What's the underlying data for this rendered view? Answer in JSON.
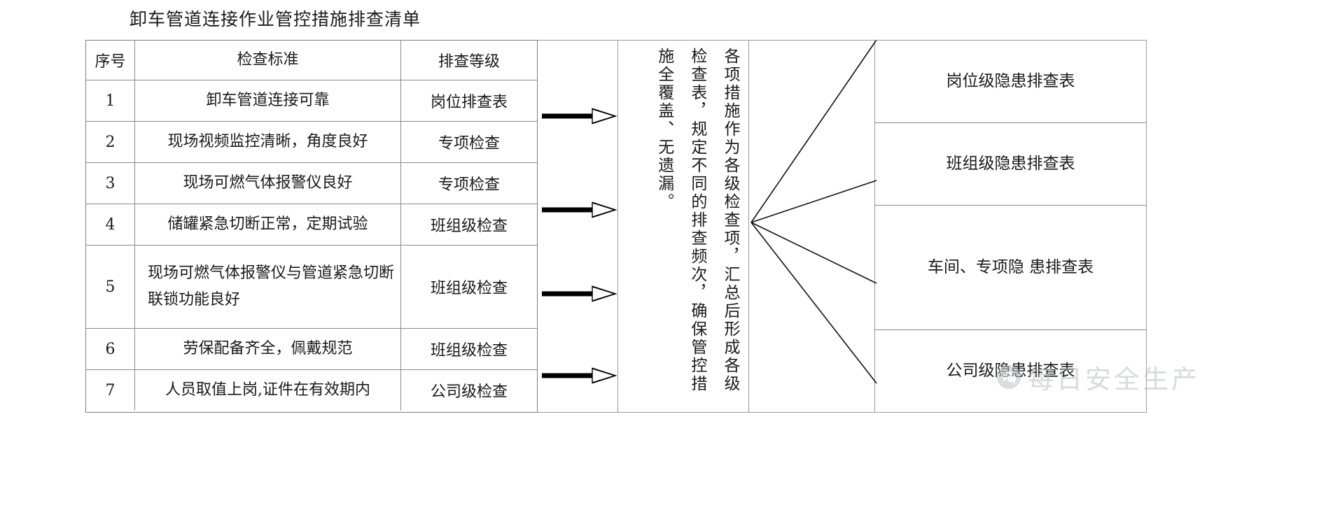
{
  "title": "卸车管道连接作业管控措施排查清单",
  "table": {
    "headers": {
      "no": "序号",
      "standard": "检查标准",
      "level": "排查等级"
    },
    "rows": [
      {
        "no": "1",
        "standard": "卸车管道连接可靠",
        "level": "岗位排查表"
      },
      {
        "no": "2",
        "standard": "现场视频监控清晰，角度良好",
        "level": "专项检查"
      },
      {
        "no": "3",
        "standard": "现场可燃气体报警仪良好",
        "level": "专项检查"
      },
      {
        "no": "4",
        "standard": "储罐紧急切断正常，定期试验",
        "level": "班组级检查"
      },
      {
        "no": "5",
        "standard": "现场可燃气体报警仪与管道紧急切断联锁功能良好",
        "level": "班组级检查"
      },
      {
        "no": "6",
        "standard": "劳保配备齐全，佩戴规范",
        "level": "班组级检查"
      },
      {
        "no": "7",
        "standard": "人员取值上岗,证件在有效期内",
        "level": "公司级检查"
      }
    ]
  },
  "center": {
    "text": "各项措施作为各级检查项，汇总后形成各级检查表，规定不同的排查频次，确保管控措施全覆盖、无遗漏。"
  },
  "outputs": [
    {
      "label": "岗位级隐患排查表"
    },
    {
      "label": "班组级隐患排查表"
    },
    {
      "label": "车间、专项隐 患排查表"
    },
    {
      "label": "公司级隐患排查表"
    }
  ],
  "watermark": {
    "text": "每日安全生产",
    "icon": "wechat-icon"
  },
  "colors": {
    "ink": "#1a1a1a",
    "grid": "#8a8a8a",
    "watermark": "#b6babf"
  }
}
